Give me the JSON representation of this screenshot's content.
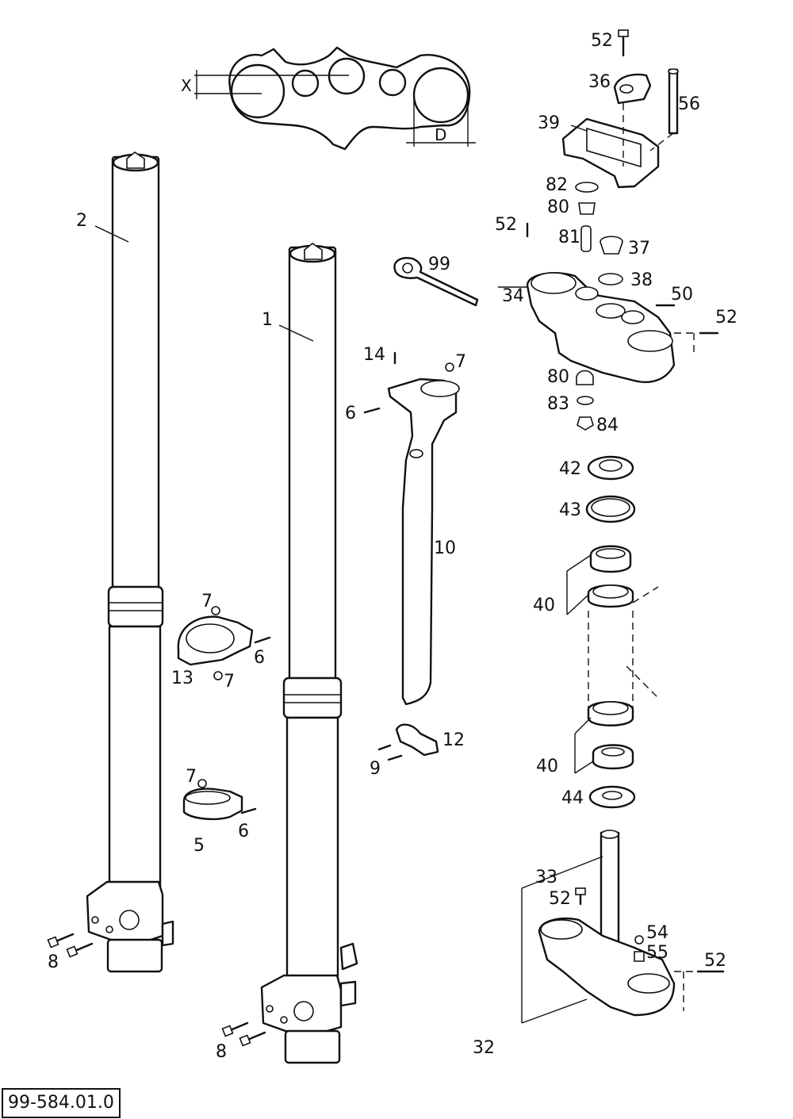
{
  "reference_number": "99-584.01.0",
  "dimension_labels": {
    "x": "X",
    "d": "D"
  },
  "callouts": {
    "c1": "1",
    "c2": "2",
    "c5": "5",
    "c6a": "6",
    "c6b": "6",
    "c6c": "6",
    "c7a": "7",
    "c7b": "7",
    "c7c": "7",
    "c7d": "7",
    "c8a": "8",
    "c8b": "8",
    "c9": "9",
    "c10": "10",
    "c12": "12",
    "c13": "13",
    "c14": "14",
    "c32": "32",
    "c33": "33",
    "c34": "34",
    "c36": "36",
    "c37": "37",
    "c38": "38",
    "c39": "39",
    "c40a": "40",
    "c40b": "40",
    "c42": "42",
    "c43": "43",
    "c44": "44",
    "c50": "50",
    "c52a": "52",
    "c52b": "52",
    "c52c": "52",
    "c52d": "52",
    "c52e": "52",
    "c54": "54",
    "c55": "55",
    "c56": "56",
    "c80a": "80",
    "c80b": "80",
    "c81": "81",
    "c82": "82",
    "c83": "83",
    "c84": "84",
    "c99": "99"
  }
}
